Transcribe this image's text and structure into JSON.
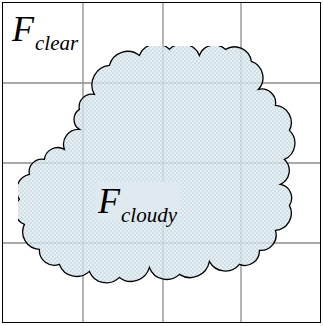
{
  "diagram": {
    "nodes": [
      {
        "text": [
          "F",
          "clear"
        ]
      },
      {
        "text": [
          "F",
          "cloudy"
        ],
        "in": 0
      }
    ]
  }
}
